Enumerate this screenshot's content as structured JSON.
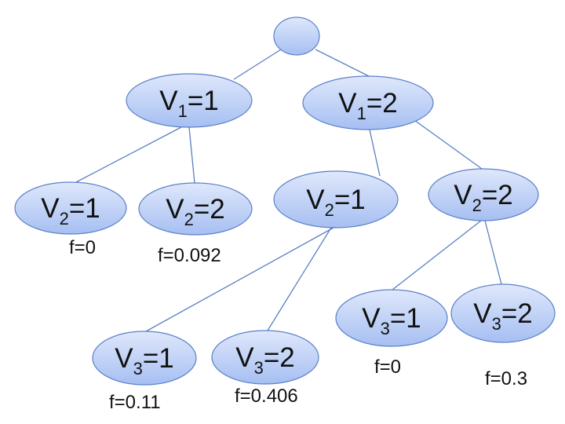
{
  "diagram": {
    "colors": {
      "node_fill_top": "#dfe8fb",
      "node_fill_bottom": "#a6bff2",
      "node_stroke": "#5b80c8",
      "edge": "#5b7fc2",
      "text": "#111111"
    },
    "nodes": {
      "root": {
        "var": "",
        "sub": "",
        "val": ""
      },
      "n1": {
        "var": "V",
        "sub": "1",
        "val": "=1"
      },
      "n2": {
        "var": "V",
        "sub": "1",
        "val": "=2"
      },
      "n11": {
        "var": "V",
        "sub": "2",
        "val": "=1"
      },
      "n12": {
        "var": "V",
        "sub": "2",
        "val": "=2"
      },
      "n21": {
        "var": "V",
        "sub": "2",
        "val": "=1"
      },
      "n22": {
        "var": "V",
        "sub": "2",
        "val": "=2"
      },
      "n211": {
        "var": "V",
        "sub": "3",
        "val": "=1"
      },
      "n212": {
        "var": "V",
        "sub": "3",
        "val": "=2"
      },
      "n221": {
        "var": "V",
        "sub": "3",
        "val": "=1"
      },
      "n222": {
        "var": "V",
        "sub": "3",
        "val": "=2"
      }
    },
    "edges": [
      [
        "root",
        "n1"
      ],
      [
        "root",
        "n2"
      ],
      [
        "n1",
        "n11"
      ],
      [
        "n1",
        "n12"
      ],
      [
        "n2",
        "n21"
      ],
      [
        "n2",
        "n22"
      ],
      [
        "n21",
        "n211"
      ],
      [
        "n21",
        "n212"
      ],
      [
        "n22",
        "n221"
      ],
      [
        "n22",
        "n222"
      ]
    ],
    "scores": {
      "n11": "f=0",
      "n12": "f=0.092",
      "n211": "f=0.11",
      "n212": "f=0.406",
      "n221": "f=0",
      "n222": "f=0.3"
    }
  }
}
